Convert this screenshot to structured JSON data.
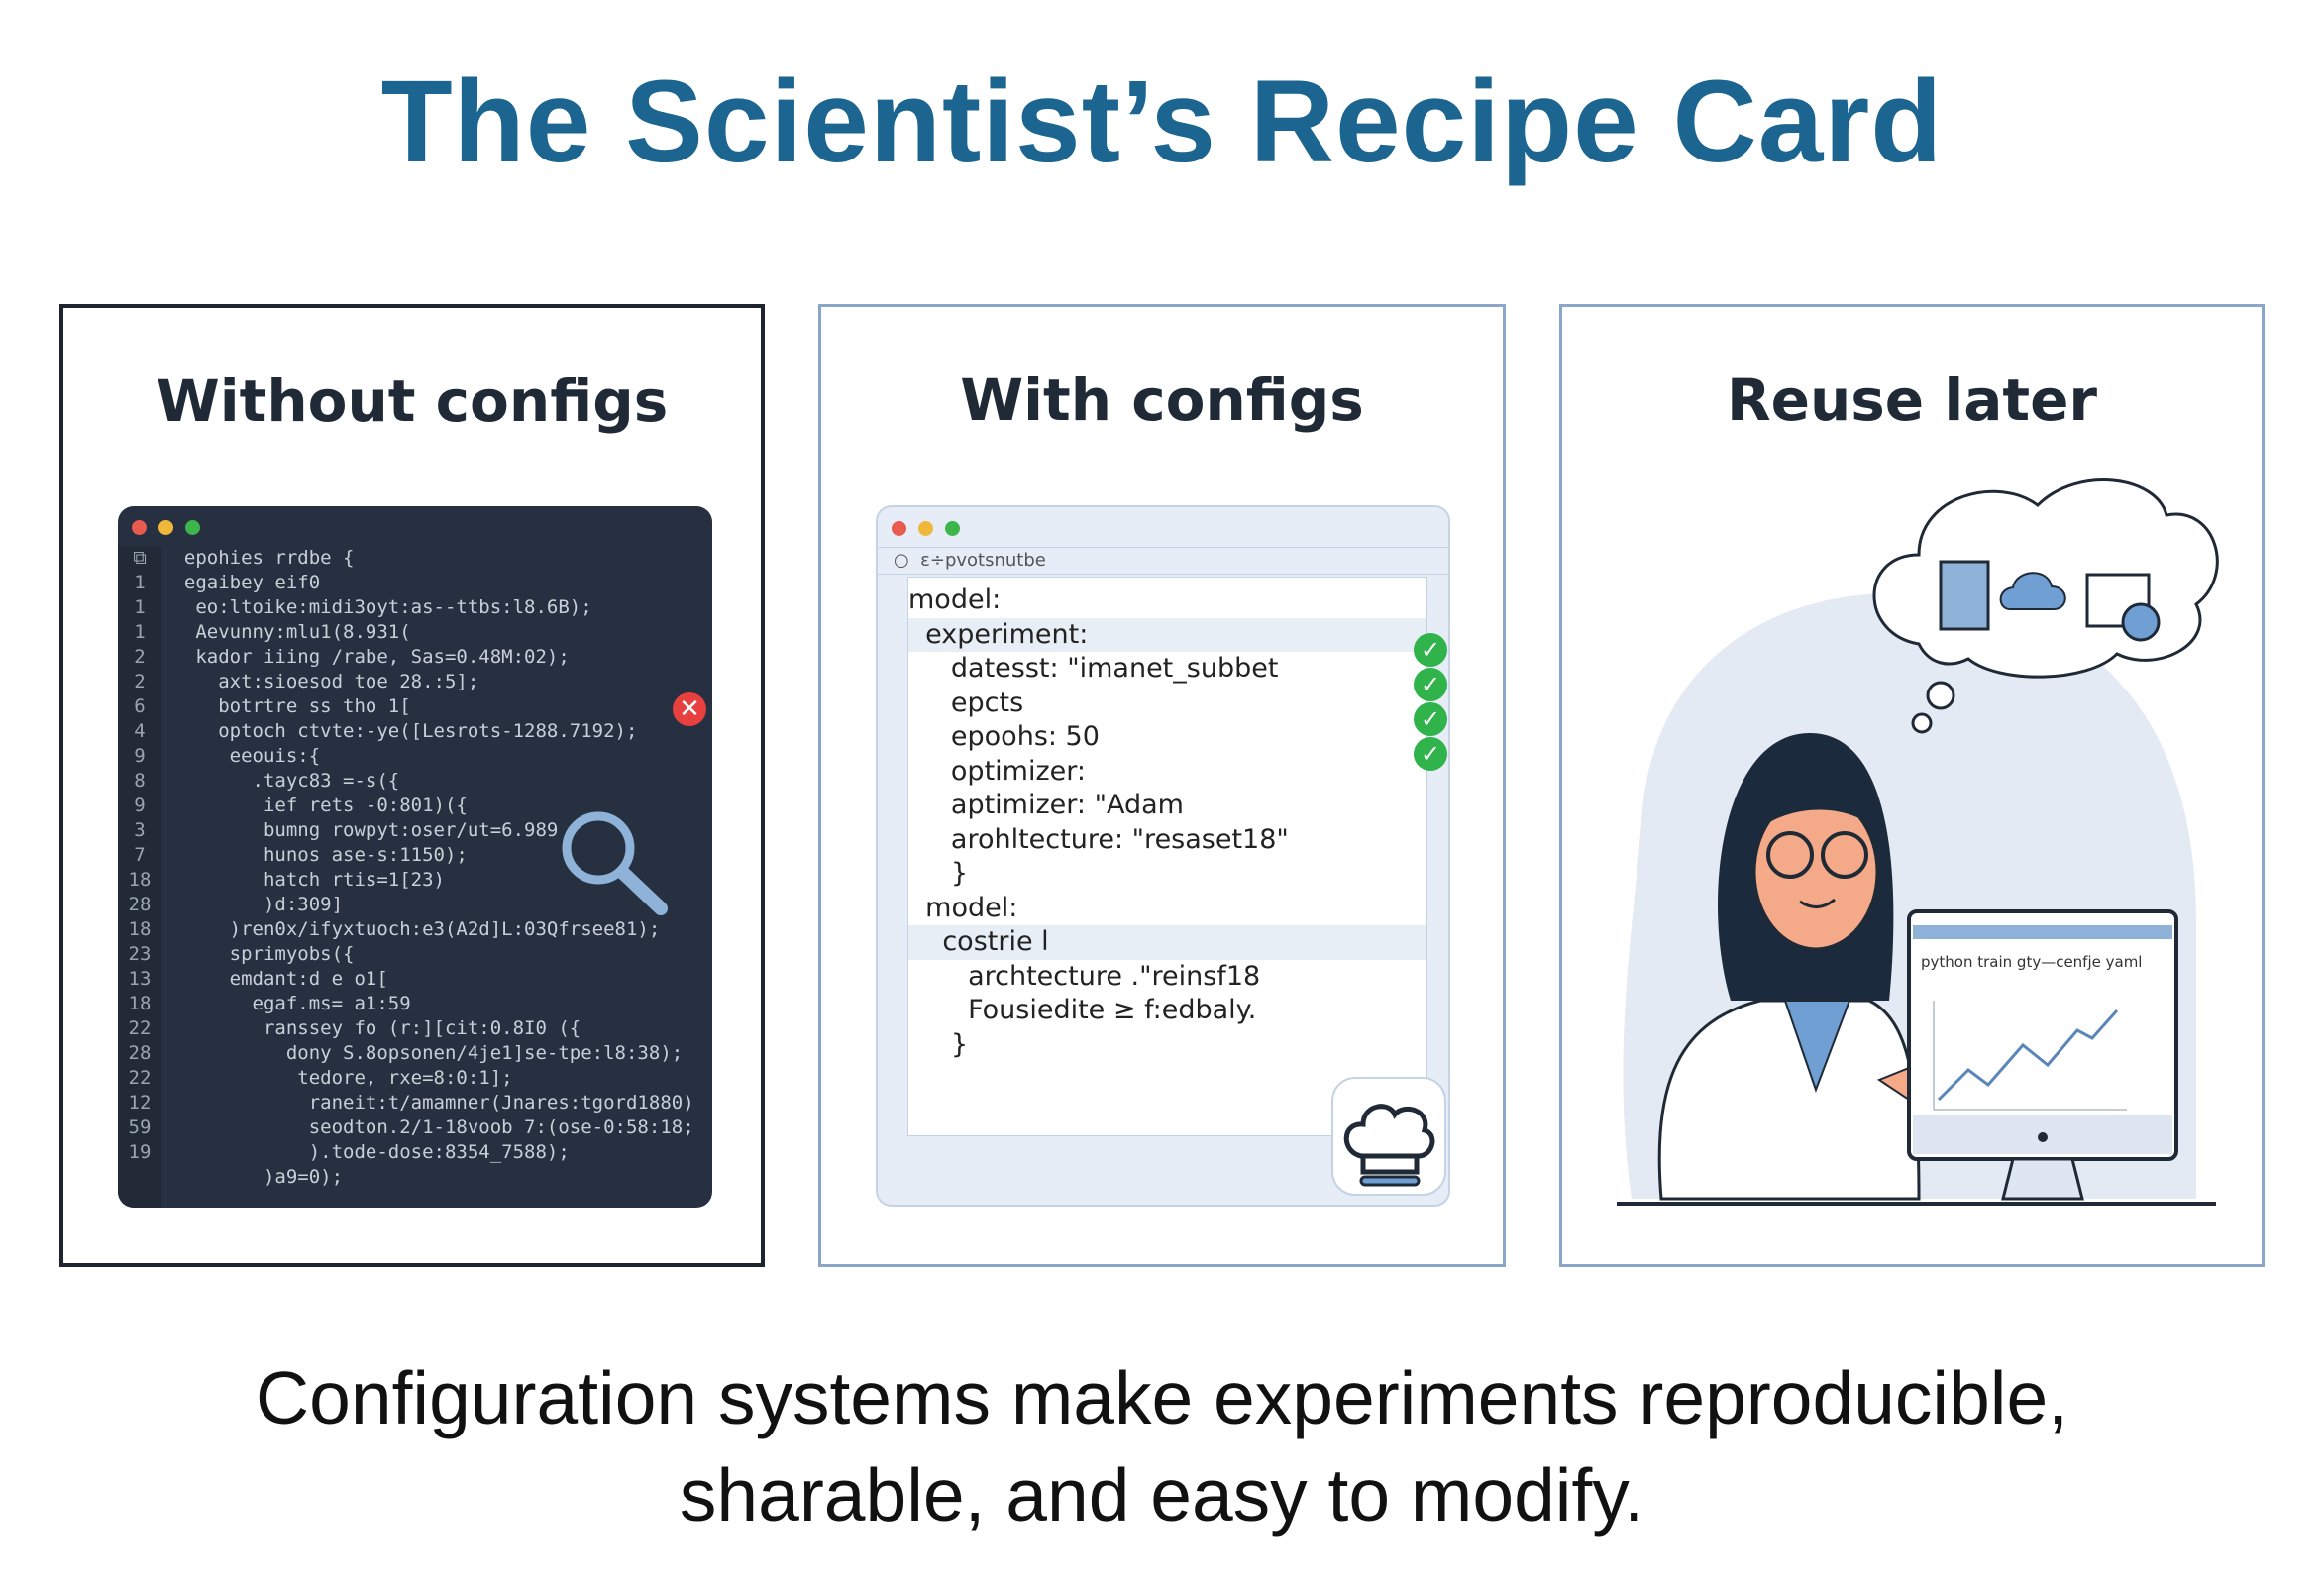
{
  "title": "The Scientist’s Recipe Card",
  "panels": [
    {
      "heading": "Without configs"
    },
    {
      "heading": "With configs"
    },
    {
      "heading": "Reuse later"
    }
  ],
  "messy_code": {
    "lines": [
      {
        "n": "⧉",
        "t": "  epohies rrdbe {"
      },
      {
        "n": "1",
        "t": "  egaibey eif0"
      },
      {
        "n": "1",
        "t": "   eo:ltoike:midi3oyt:as--ttbs:l8.6B);"
      },
      {
        "n": "1",
        "t": "   Aevunny:mlu1(8.931("
      },
      {
        "n": "2",
        "t": "   kador iiing /rabe, Sas=0.48M:02);"
      },
      {
        "n": "2",
        "t": "     axt:sioesod toe 28.:5];"
      },
      {
        "n": "6",
        "t": "     botrtre ss tho 1["
      },
      {
        "n": "4",
        "t": "     optoch ctvte:-ye([Lesrots-1288.7192);"
      },
      {
        "n": "9",
        "t": "      eeouis:{"
      },
      {
        "n": "8",
        "t": "        .tayc83 =-s({"
      },
      {
        "n": "9",
        "t": "         ief rets -0:801)({"
      },
      {
        "n": "3",
        "t": "         bumng rowpyt:oser/ut=6.989"
      },
      {
        "n": "7",
        "t": "         hunos ase-s:1150);"
      },
      {
        "n": "18",
        "t": "         hatch rtis=1[23)"
      },
      {
        "n": "28",
        "t": "         )d:309]"
      },
      {
        "n": "18",
        "t": "      )ren0x/ifyxtuoch:e3(A2d]L:03Qfrsee81);"
      },
      {
        "n": "23",
        "t": "      sprimyobs({"
      },
      {
        "n": "13",
        "t": "      emdant:d e o1["
      },
      {
        "n": "18",
        "t": "        egaf.ms= a1:59"
      },
      {
        "n": "22",
        "t": "         ranssey fo (r:][cit:0.8I0 ({"
      },
      {
        "n": "28",
        "t": "           dony S.8opsonen/4je1]se-tpe:l8:38);"
      },
      {
        "n": "22",
        "t": "            tedore, rxe=8:0:1];"
      },
      {
        "n": "12",
        "t": "             raneit:t/amamner(Jnares:tgord1880)"
      },
      {
        "n": "59",
        "t": "             seodton.2/1-18voob 7:(ose-0:58:18;"
      },
      {
        "n": "19",
        "t": "             ).tode-dose:8354_7588);"
      },
      {
        "n": "",
        "t": "         )a9=0);"
      }
    ]
  },
  "config_editor": {
    "address": "ε÷pvotsnutbe",
    "lines": [
      {
        "t": "model:",
        "hl": false
      },
      {
        "t": "  experiment:",
        "hl": true
      },
      {
        "t": "     datesst: \"imanet_subbet",
        "hl": false
      },
      {
        "t": "     epcts",
        "hl": false
      },
      {
        "t": "     epoohs: 50",
        "hl": false
      },
      {
        "t": "     optimizer:",
        "hl": false
      },
      {
        "t": "     aptimizer: \"Adam",
        "hl": false
      },
      {
        "t": "     arohltecture: \"resaset18\"",
        "hl": false
      },
      {
        "t": "     }",
        "hl": false
      },
      {
        "t": "  model:",
        "hl": false
      },
      {
        "t": "    costrie l",
        "hl": true
      },
      {
        "t": "       archtecture .\"reinsf18",
        "hl": false
      },
      {
        "t": "       Fousiedite ≥ f:edbaly.",
        "hl": false
      },
      {
        "t": "     }",
        "hl": false
      }
    ]
  },
  "monitor": {
    "command": "python train gty—cenfje yaml"
  },
  "caption": [
    "Configuration systems make experiments reproducible,",
    "sharable, and easy to modify."
  ],
  "colors": {
    "title": "#1b6590",
    "accent": "#6f9fd3",
    "check": "#2fb34a",
    "error": "#e8403f"
  }
}
